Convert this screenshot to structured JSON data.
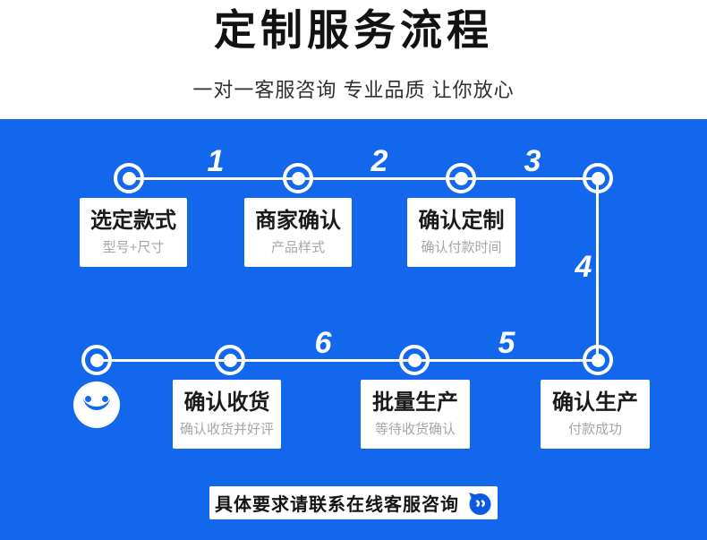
{
  "header": {
    "title": "定制服务流程",
    "subtitle": "一对一客服咨询 专业品质 让你放心"
  },
  "flow": {
    "steps": [
      {
        "num": "1",
        "title": "选定款式",
        "subtitle": "型号+尺寸"
      },
      {
        "num": "2",
        "title": "商家确认",
        "subtitle": "产品样式"
      },
      {
        "num": "3",
        "title": "确认定制",
        "subtitle": "确认付款时间"
      },
      {
        "num": "4",
        "title": "确认生产",
        "subtitle": "付款成功"
      },
      {
        "num": "5",
        "title": "批量生产",
        "subtitle": "等待收货确认"
      },
      {
        "num": "6",
        "title": "确认收货",
        "subtitle": "确认收货并好评"
      }
    ]
  },
  "footer": {
    "cta_label": "具体要求请联系在线客服咨询"
  },
  "icons": {
    "smiley": "smiley-face",
    "chat": "chat-bubble"
  },
  "colors": {
    "panel_blue": "#1267ec",
    "chat_icon_blue": "#0a5ae4",
    "title_black": "#121212",
    "card_subtitle_gray": "#a6a6a6",
    "line_white": "#ffffff"
  }
}
